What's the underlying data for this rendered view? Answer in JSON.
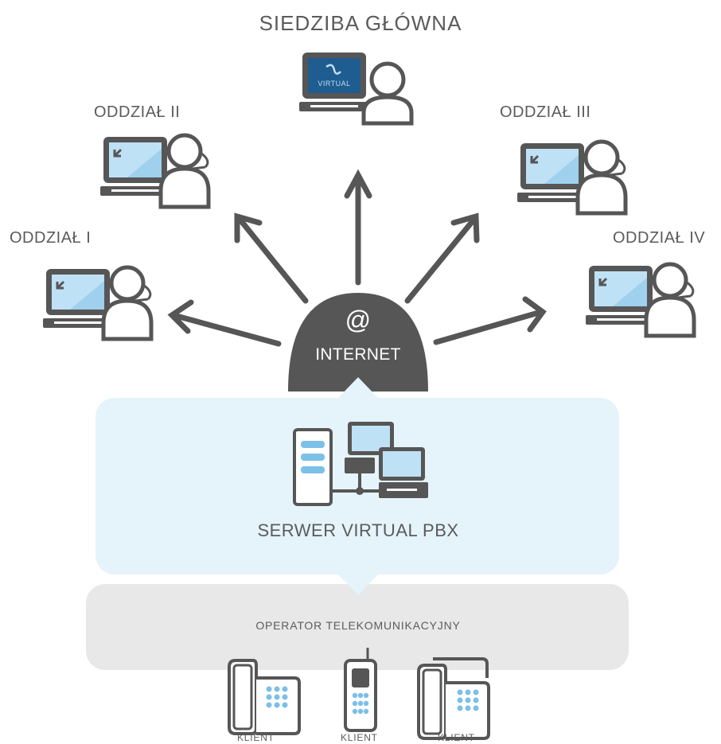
{
  "headquarters": {
    "title": "SIEDZIBA GŁÓWNA",
    "screen_logo_text": "VIRTUAL"
  },
  "branches": [
    {
      "label": "ODDZIAŁ I"
    },
    {
      "label": "ODDZIAŁ II"
    },
    {
      "label": "ODDZIAŁ III"
    },
    {
      "label": "ODDZIAŁ IV"
    }
  ],
  "internet": {
    "symbol": "@",
    "label": "INTERNET"
  },
  "server": {
    "label": "SERWER VIRTUAL PBX"
  },
  "operator": {
    "label": "OPERATOR  TELEKOMUNIKACYJNY"
  },
  "clients": [
    {
      "label": "KLIENT"
    },
    {
      "label": "KLIENT"
    },
    {
      "label": "KLIENT"
    }
  ],
  "colors": {
    "dark": "#565656",
    "screen_blue": "#bfe1f5",
    "server_panel": "#e5f3fb",
    "operator_panel": "#e8e8e8",
    "hq_screen": "#1f5c8f"
  }
}
